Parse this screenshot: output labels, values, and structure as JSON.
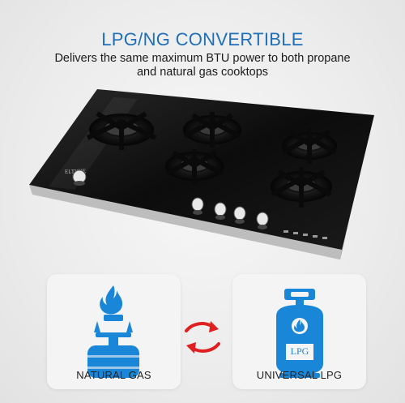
{
  "header": {
    "title": "LPG/NG CONVERTIBLE",
    "subtitle_line1": "Delivers the same maximum BTU power to both propane",
    "subtitle_line2": "and natural gas cooktops"
  },
  "cooktop": {
    "brand": "ELTIGIE",
    "burner_count": 5,
    "knob_count": 5
  },
  "cards": [
    {
      "label": "NATURAL GAS",
      "icon": "natural-gas-burner-icon"
    },
    {
      "label": "UNIVERSAL LPG",
      "icon": "lpg-cylinder-icon",
      "cylinder_text": "LPG"
    }
  ],
  "colors": {
    "accent_blue": "#1f6fb8",
    "icon_blue": "#1a86d8",
    "arrow_red": "#e02020"
  }
}
